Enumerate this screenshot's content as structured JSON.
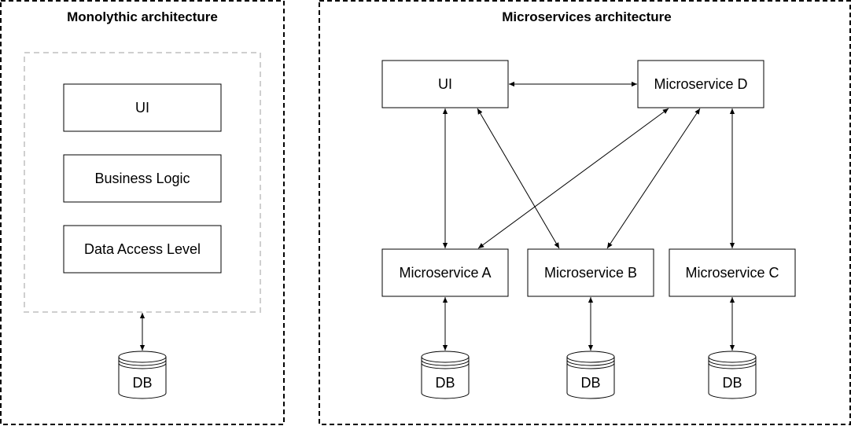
{
  "monolith": {
    "title": "Monolythic architecture",
    "layers": [
      "UI",
      "Business Logic",
      "Data Access Level"
    ],
    "db": "DB"
  },
  "microservices": {
    "title": "Microservices architecture",
    "nodes": {
      "ui": "UI",
      "d": "Microservice D",
      "a": "Microservice A",
      "b": "Microservice B",
      "c": "Microservice C"
    },
    "db": "DB"
  },
  "colors": {
    "stroke": "#000000",
    "inner_frame": "#cfcfcf",
    "background": "#ffffff"
  }
}
